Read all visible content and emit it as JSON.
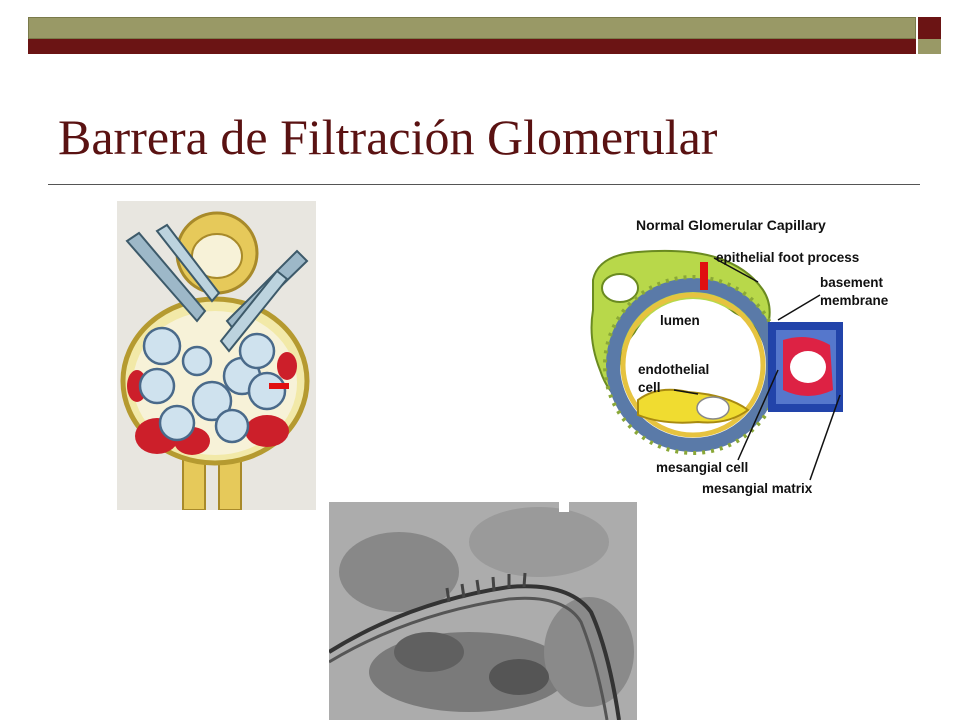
{
  "slide": {
    "title": "Barrera de Filtración Glomerular"
  },
  "capillary_diagram": {
    "title": "Normal Glomerular Capillary",
    "labels": {
      "foot_process": "epithelial foot process",
      "basement_1": "basement",
      "basement_2": "membrane",
      "lumen": "lumen",
      "endothelial_1": "endothelial",
      "endothelial_2": "cell",
      "mesangial_cell": "mesangial cell",
      "mesangial_matrix": "mesangial matrix"
    }
  },
  "colors": {
    "accent_olive": "#999966",
    "accent_maroon": "#6b1414",
    "title_text": "#5a1212"
  }
}
